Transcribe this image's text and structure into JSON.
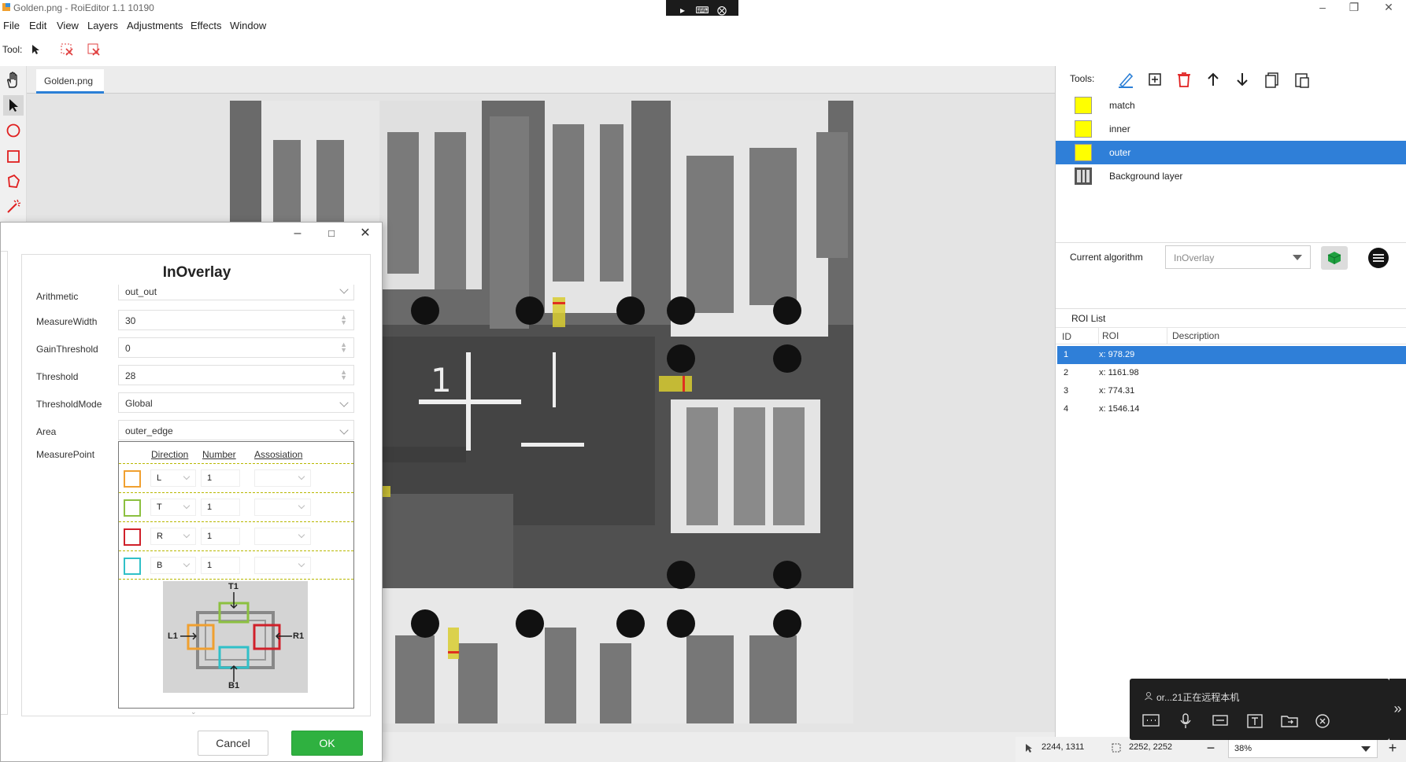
{
  "window": {
    "title": "Golden.png - RoiEditor 1.1 10190",
    "controls": [
      "minimize-icon",
      "maximize-icon",
      "close-icon"
    ]
  },
  "menu": [
    "File",
    "Edit",
    "View",
    "Layers",
    "Adjustments",
    "Effects",
    "Window"
  ],
  "toolbar": {
    "tool_label": "Tool:"
  },
  "doc_tab": {
    "label": "Golden.png"
  },
  "right_panel": {
    "tools_label": "Tools:",
    "layers": [
      {
        "name": "match",
        "selected": false
      },
      {
        "name": "inner",
        "selected": false
      },
      {
        "name": "outer",
        "selected": true
      },
      {
        "name": "Background layer",
        "selected": false
      }
    ],
    "current_algorithm_label": "Current algorithm",
    "current_algorithm_value": "InOverlay",
    "roi_list_title": "ROI List",
    "roi_columns": [
      "ID",
      "ROI",
      "Description"
    ],
    "roi_rows": [
      {
        "id": "1",
        "roi": "x: 978.29",
        "desc": "",
        "selected": true
      },
      {
        "id": "2",
        "roi": "x: 1161.98",
        "desc": "",
        "selected": false
      },
      {
        "id": "3",
        "roi": "x: 774.31",
        "desc": "",
        "selected": false
      },
      {
        "id": "4",
        "roi": "x: 1546.14",
        "desc": "",
        "selected": false
      }
    ]
  },
  "status": {
    "cursor_pos": "2244, 1311",
    "image_size": "2252, 2252",
    "zoom": "38%"
  },
  "remote": {
    "text": "or...21正在远程本机"
  },
  "dialog": {
    "title": "InOverlay",
    "props": [
      {
        "label": "Arithmetic",
        "value": "out_out",
        "kind": "dropdown"
      },
      {
        "label": "MeasureWidth",
        "value": "30",
        "kind": "spin"
      },
      {
        "label": "GainThreshold",
        "value": "0",
        "kind": "spin"
      },
      {
        "label": "Threshold",
        "value": "28",
        "kind": "spin"
      },
      {
        "label": "ThresholdMode",
        "value": "Global",
        "kind": "dropdown"
      },
      {
        "label": "Area",
        "value": "outer_edge",
        "kind": "dropdown"
      }
    ],
    "measure_point_label": "MeasurePoint",
    "mp_headers": [
      "Direction",
      "Number",
      "Assosiation"
    ],
    "mp_rows": [
      {
        "color": "#f0a030",
        "dir": "L",
        "num": "1"
      },
      {
        "color": "#8cc040",
        "dir": "T",
        "num": "1"
      },
      {
        "color": "#d0202a",
        "dir": "R",
        "num": "1"
      },
      {
        "color": "#30c0c8",
        "dir": "B",
        "num": "1"
      }
    ],
    "diagram_labels": {
      "top": "T1",
      "left": "L1",
      "right": "R1",
      "bottom": "B1"
    },
    "cancel": "Cancel",
    "ok": "OK"
  }
}
